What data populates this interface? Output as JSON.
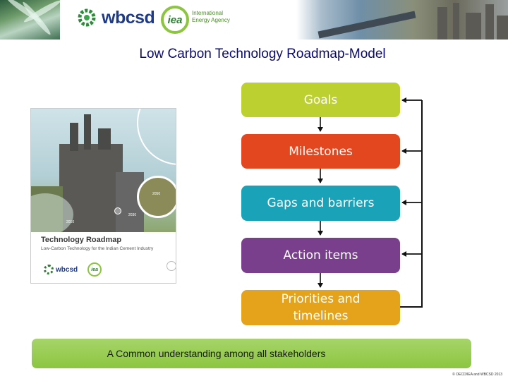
{
  "header": {
    "wbcsd_wordmark": "wbcsd",
    "iea_mark": "iea",
    "iea_agency_line1": "International",
    "iea_agency_line2": "Energy Agency"
  },
  "title": "Low Carbon Technology Roadmap-Model",
  "cover": {
    "title": "Technology Roadmap",
    "subtitle": "Low-Carbon Technology for the Indian Cement Industry",
    "wbcsd_wordmark": "wbcsd",
    "iea_mark": "iea",
    "year_labels": [
      "2050",
      "2030",
      "2010"
    ]
  },
  "flow": {
    "steps": [
      {
        "label": "Goals",
        "color": "#bcd02f"
      },
      {
        "label": "Milestones",
        "color": "#e2471f"
      },
      {
        "label": "Gaps and barriers",
        "color": "#1aa3b8"
      },
      {
        "label": "Action items",
        "color": "#7a3f8c"
      },
      {
        "label": "Priorities and timelines",
        "color": "#e4a31a"
      }
    ]
  },
  "bottom_bar": {
    "text": "A Common understanding among all stakeholders",
    "color": "#8cc63f"
  },
  "footer": {
    "copyright": "© OECD/IEA and WBCSD 2013"
  }
}
